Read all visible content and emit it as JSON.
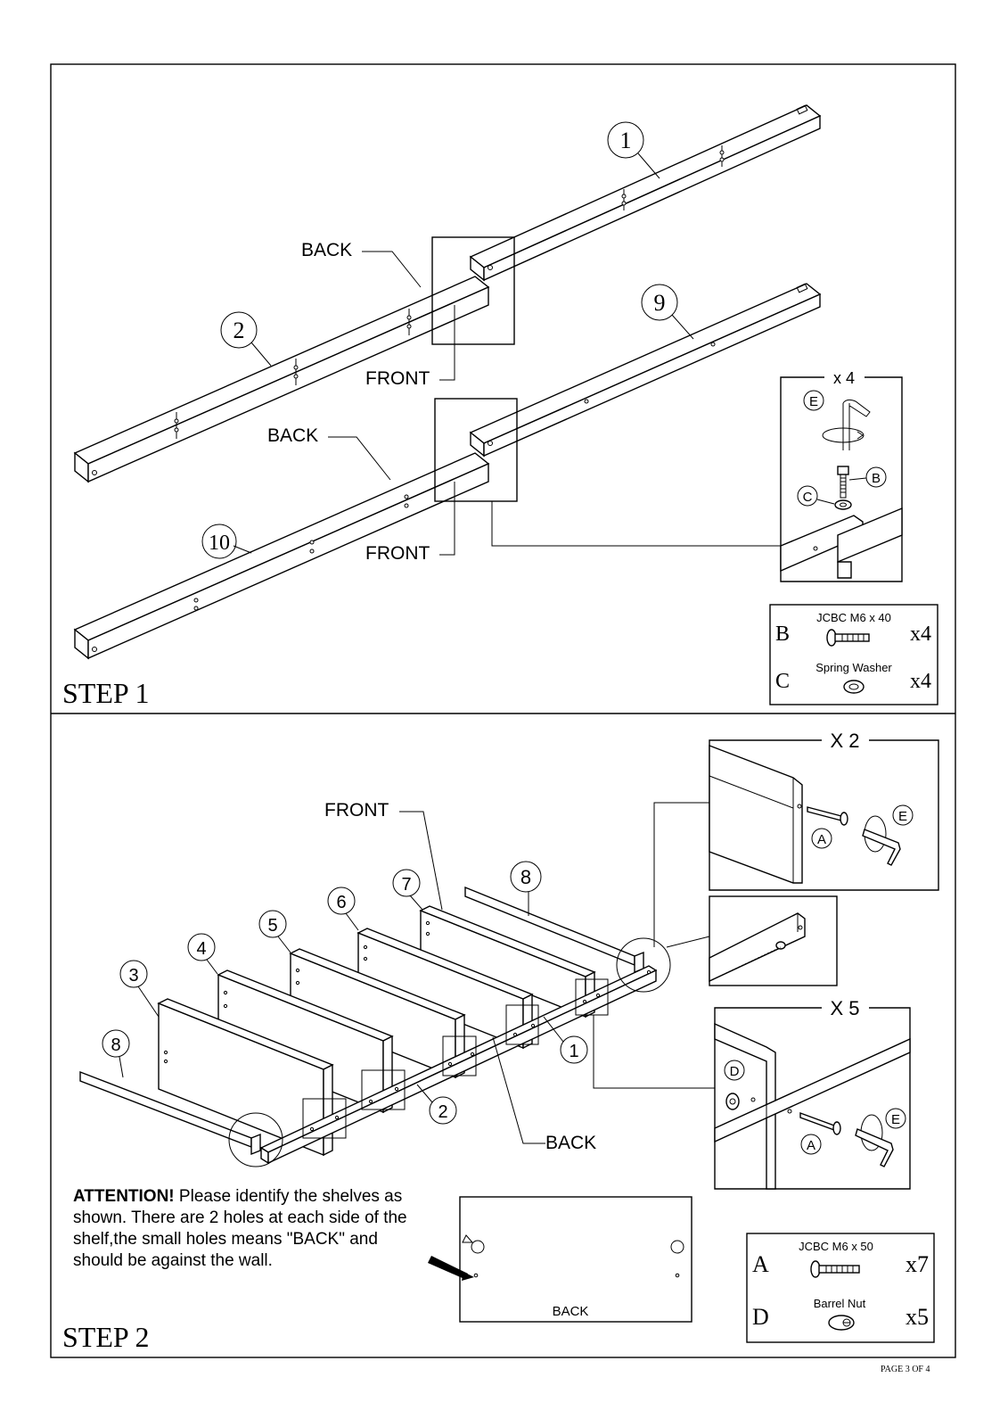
{
  "step1": {
    "title": "STEP 1",
    "parts": {
      "p1": "1",
      "p2": "2",
      "p9": "9",
      "p10": "10"
    },
    "labels": {
      "back_top": "BACK",
      "front_top": "FRONT",
      "back_bottom": "BACK",
      "front_bottom": "FRONT"
    },
    "detail": {
      "multiplier": "x 4",
      "letters": {
        "e": "E",
        "b": "B",
        "c": "C"
      }
    },
    "hardware": [
      {
        "letter": "B",
        "name": "JCBC M6 x 40",
        "qty": "x4"
      },
      {
        "letter": "C",
        "name": "Spring Washer",
        "qty": "x4"
      }
    ]
  },
  "step2": {
    "title": "STEP 2",
    "parts": {
      "p1": "1",
      "p2": "2",
      "p3": "3",
      "p4": "4",
      "p5": "5",
      "p6": "6",
      "p7": "7",
      "p8a": "8",
      "p8b": "8"
    },
    "labels": {
      "front": "FRONT",
      "back": "BACK"
    },
    "detail_top": {
      "multiplier": "X 2",
      "letters": {
        "a": "A",
        "e": "E"
      }
    },
    "detail_bottom": {
      "multiplier": "X 5",
      "letters": {
        "d": "D",
        "a": "A",
        "e": "E"
      }
    },
    "attention": {
      "heading": "ATTENTION!",
      "text": " Please identify the shelves as shown. There are 2 holes at each side of the shelf,the small holes means \"BACK\" and should be against the wall."
    },
    "shelf_diagram_label": "BACK",
    "hardware": [
      {
        "letter": "A",
        "name": "JCBC M6 x 50",
        "qty": "x7"
      },
      {
        "letter": "D",
        "name": "Barrel Nut",
        "qty": "x5"
      }
    ]
  },
  "footer": {
    "page": "PAGE 3 OF 4"
  }
}
